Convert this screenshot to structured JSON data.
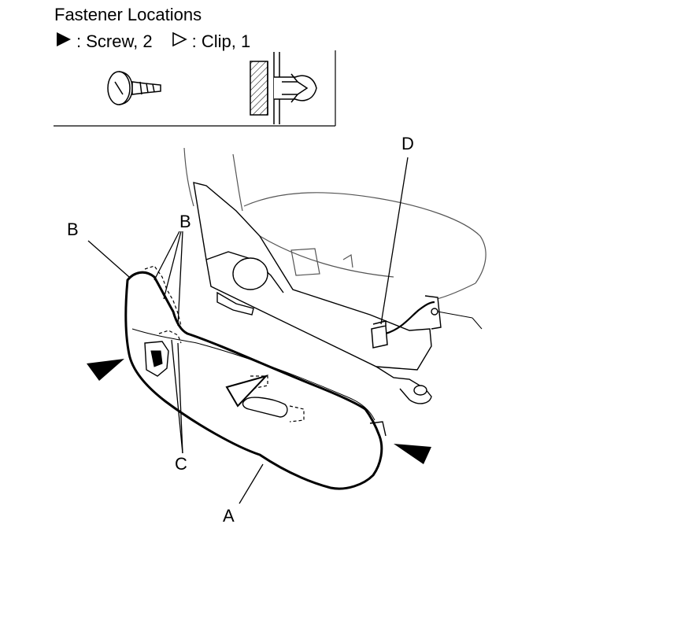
{
  "title": "Fastener Locations",
  "legend": {
    "screw_label": ": Screw, 2",
    "clip_label": ": Clip, 1",
    "screw_symbol": "filled-triangle-icon",
    "clip_symbol": "outline-triangle-icon"
  },
  "callouts": {
    "A": "A",
    "B_left": "B",
    "B_right": "B",
    "C": "C",
    "D": "D"
  }
}
